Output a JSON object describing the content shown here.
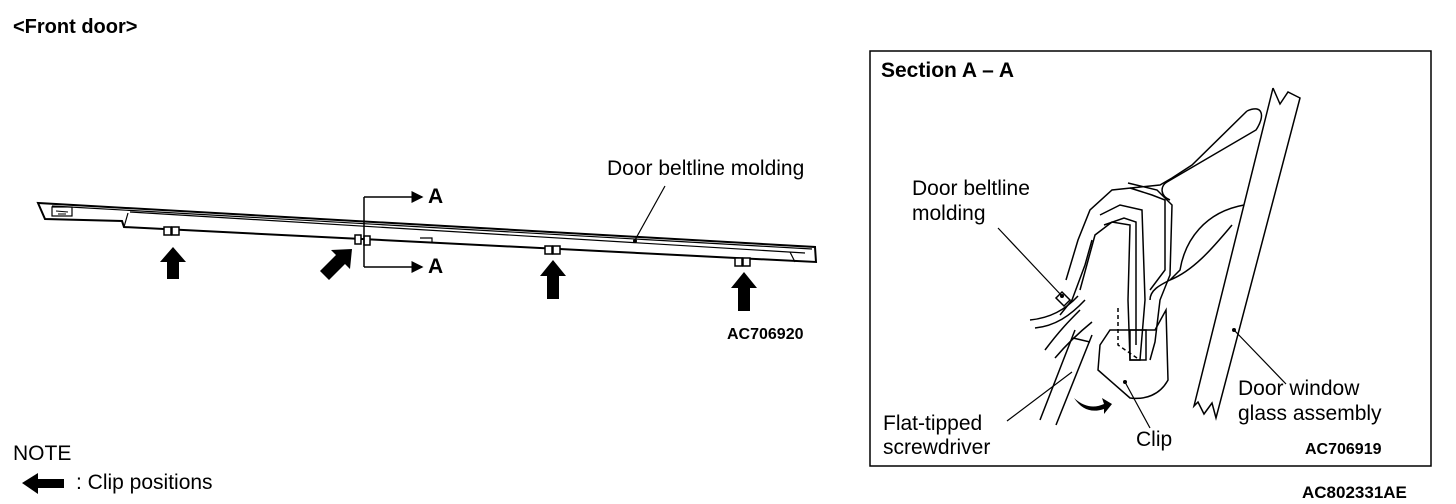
{
  "header": {
    "title": "<Front door>"
  },
  "main_view": {
    "molding_label": "Door beltline molding",
    "section_marker": "A",
    "figure_code": "AC706920"
  },
  "section_view": {
    "title": "Section A – A",
    "molding_label_line1": "Door beltline",
    "molding_label_line2": "molding",
    "glass_label_line1": "Door window",
    "glass_label_line2": "glass assembly",
    "screwdriver_label_line1": "Flat-tipped",
    "screwdriver_label_line2": "screwdriver",
    "clip_label": "Clip",
    "figure_code": "AC706919"
  },
  "note": {
    "heading": "NOTE",
    "legend_text": ": Clip positions",
    "legend_icon": "arrow-left-icon"
  },
  "footer": {
    "figure_code": "AC802331AE"
  }
}
